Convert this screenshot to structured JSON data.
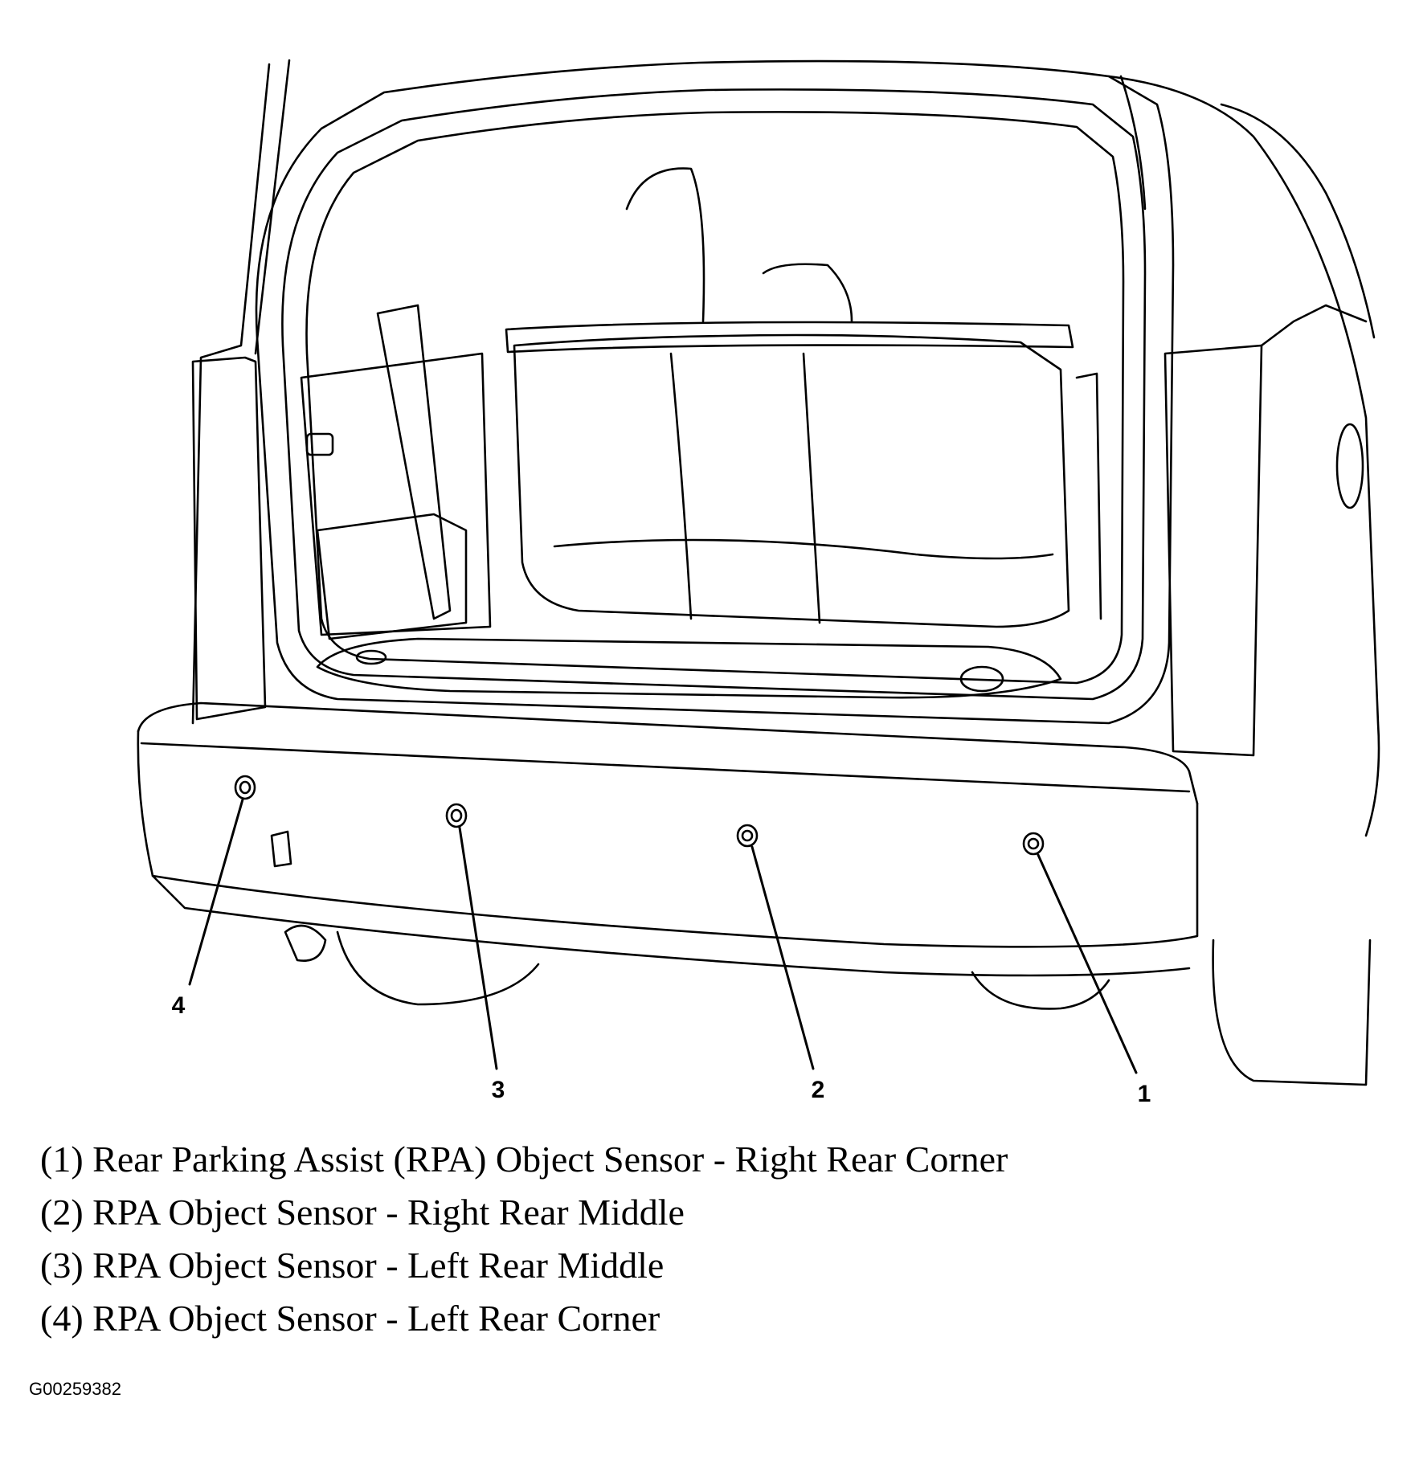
{
  "callouts": {
    "c1": "1",
    "c2": "2",
    "c3": "3",
    "c4": "4"
  },
  "legend": [
    "(1) Rear Parking Assist (RPA) Object Sensor - Right Rear Corner",
    "(2) RPA Object Sensor - Right Rear Middle",
    "(3) RPA Object Sensor - Left Rear Middle",
    "(4) RPA Object Sensor - Left Rear Corner"
  ],
  "figure_id": "G00259382"
}
